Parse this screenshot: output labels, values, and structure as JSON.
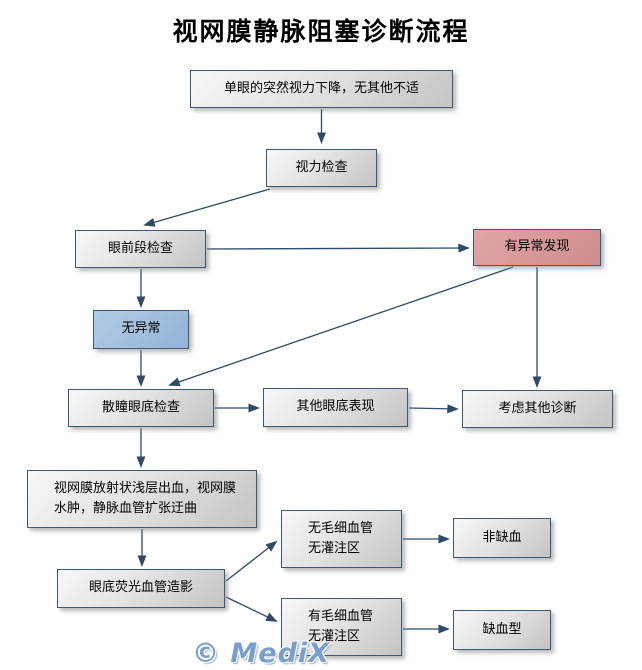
{
  "title": "视网膜静脉阻塞诊断流程",
  "watermark": "© MediX",
  "colors": {
    "box_border": "#3f5877",
    "gray_box_top": "#f7f7f7",
    "gray_box_bottom": "#c4c4c4",
    "abnormal_box_fill": "#d89898",
    "normal_box_fill": "#a2c0de",
    "arrow": "#2e4a66",
    "watermark_blue": "#7b9fcc",
    "title_color": "#000000"
  },
  "nodes": {
    "symptom": {
      "label": "单眼的突然视力下降，无其他不适"
    },
    "vision_test": {
      "label": "视力检查"
    },
    "anterior_exam": {
      "label": "眼前段检查"
    },
    "abnormal_found": {
      "label": "有异常发现"
    },
    "no_abnormality": {
      "label": "无异常"
    },
    "dilated_fundus_exam": {
      "label": "散瞳眼底检查"
    },
    "other_fundus_signs": {
      "label": "其他眼底表现"
    },
    "consider_other_diagnosis": {
      "label": "考虑其他诊断"
    },
    "rvo_findings": {
      "label": "视网膜放射状浅层出血，视网膜水肿，静脉血管扩张迂曲"
    },
    "ffa": {
      "label": "眼底荧光血管造影"
    },
    "no_capillary_nonperfusion": {
      "line1": "无毛细血管",
      "line2": "无灌注区"
    },
    "non_ischemic": {
      "label": "非缺血"
    },
    "capillary_nonperfusion": {
      "line1": "有毛细血管",
      "line2": "无灌注区"
    },
    "ischemic": {
      "label": "缺血型"
    }
  },
  "edges": [
    {
      "from": "symptom",
      "to": "vision_test"
    },
    {
      "from": "vision_test",
      "to": "anterior_exam"
    },
    {
      "from": "anterior_exam",
      "to": "abnormal_found"
    },
    {
      "from": "anterior_exam",
      "to": "no_abnormality"
    },
    {
      "from": "no_abnormality",
      "to": "dilated_fundus_exam"
    },
    {
      "from": "abnormal_found",
      "to": "dilated_fundus_exam"
    },
    {
      "from": "abnormal_found",
      "to": "consider_other_diagnosis"
    },
    {
      "from": "dilated_fundus_exam",
      "to": "other_fundus_signs"
    },
    {
      "from": "other_fundus_signs",
      "to": "consider_other_diagnosis"
    },
    {
      "from": "dilated_fundus_exam",
      "to": "rvo_findings"
    },
    {
      "from": "rvo_findings",
      "to": "ffa"
    },
    {
      "from": "ffa",
      "to": "no_capillary_nonperfusion"
    },
    {
      "from": "ffa",
      "to": "capillary_nonperfusion"
    },
    {
      "from": "no_capillary_nonperfusion",
      "to": "non_ischemic"
    },
    {
      "from": "capillary_nonperfusion",
      "to": "ischemic"
    }
  ]
}
